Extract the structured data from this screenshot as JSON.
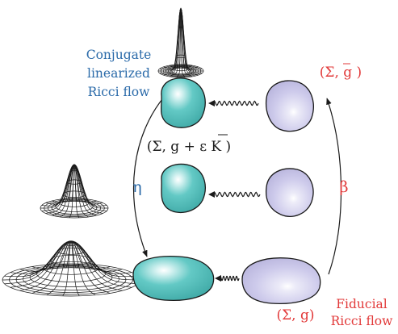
{
  "labels": {
    "conjugate_line1": "Conjugate",
    "conjugate_line2": "linearized",
    "conjugate_line3": "Ricci flow",
    "eta": "η",
    "beta": "β",
    "sigma_gbar": "(Σ, g )",
    "sigma_g_epsK": "(Σ, g + ε K )",
    "sigma_g": "(Σ, g)",
    "fiducial_line1": "Fiducial",
    "fiducial_line2": "Ricci flow"
  },
  "colors": {
    "conjugate_text": "#2a6aa9",
    "fiducial_text": "#e23a3a",
    "conjugate_blob": "#5cc7c3",
    "fiducial_blob": "#c9c6e6",
    "outline": "#1a1a1a"
  },
  "icons": {
    "wireframe_peak": "gaussian-wireframe-surface",
    "wavy_arrow": "squiggle-arrow"
  }
}
